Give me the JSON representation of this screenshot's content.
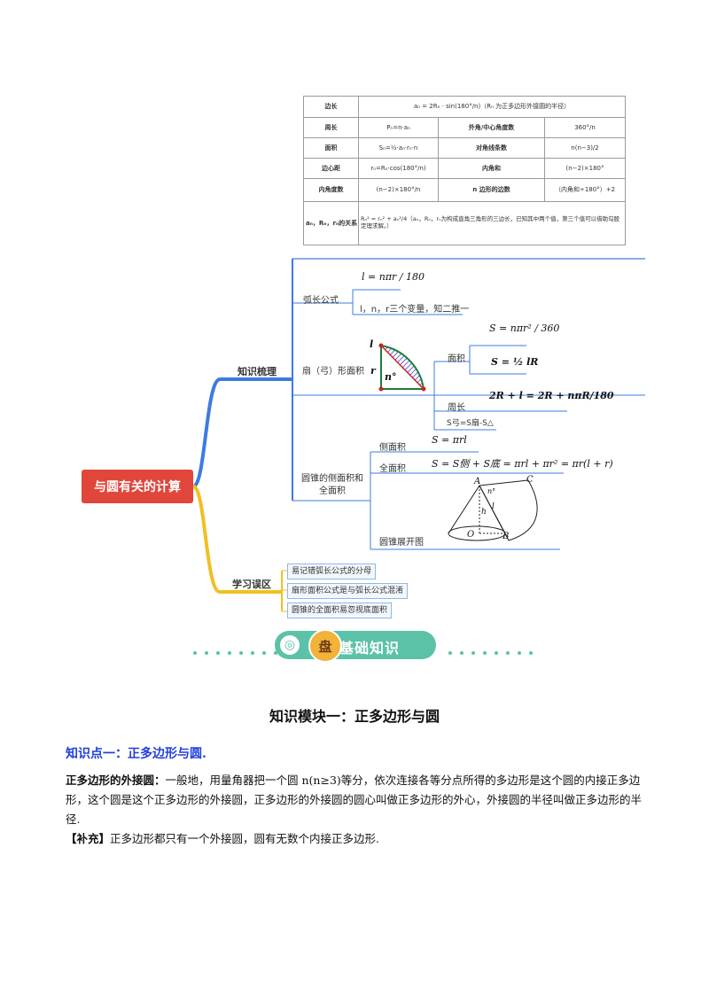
{
  "table": {
    "rows": [
      [
        "边长",
        "aₙ = 2Rₙ · sin(180°/n)（Rₙ 为正多边形外接圆的半径）"
      ],
      [
        "周长",
        "Pₙ=n·aₙ",
        "外角/中心角度数",
        "360°/n"
      ],
      [
        "面积",
        "Sₙ=½·aₙ·rₙ·n",
        "对角线条数",
        "n(n−3)/2"
      ],
      [
        "边心距",
        "rₙ=Rₙ·cos(180°/n)",
        "内角和",
        "(n−2)×180°"
      ],
      [
        "内角度数",
        "(n−2)×180°/n",
        "n 边形的边数",
        "（内角和÷180°）+2"
      ],
      [
        "aₙ，Rₙ，rₙ的关系",
        "Rₙ² = rₙ² + aₙ²/4（aₙ，Rₙ，rₙ为构成直角三角形的三边长，已知其中两个值，第三个值可以借助勾股定理求解。）"
      ]
    ]
  },
  "mindmap": {
    "root": "与圆有关的计算",
    "branch1": "知识梳理",
    "branch2": "学习误区",
    "arc_label": "弧长公式",
    "arc_formula": "l = nπr / 180",
    "arc_note": "l，n，r三个变量，知二推一",
    "sector_label": "扇（弓）形面积",
    "sector_area": "面积",
    "sector_area_f1": "S = nπr² / 360",
    "sector_area_f2": "S = ½ lR",
    "sector_perim": "周长",
    "sector_perim_f": "2R + l = 2R + nπR/180",
    "bow_area": "S弓=S扇-S△",
    "fig_l": "l",
    "fig_r": "r",
    "fig_n": "n°",
    "cone_label": "圆锥的侧面积和全面积",
    "cone_lateral": "侧面积",
    "cone_lateral_f": "S = πrl",
    "cone_total": "全面积",
    "cone_total_f": "S = S侧 + S底 = πrl + πr² = πr(l + r)",
    "cone_net": "圆锥展开图",
    "cone_A": "A",
    "cone_C": "C",
    "cone_O": "O",
    "cone_B": "B",
    "cone_h": "h",
    "cone_l": "l",
    "cone_n": "n°",
    "errors": [
      "易记错弧长公式的分母",
      "扇形面积公式是与弧长公式混淆",
      "圆锥的全面积易忽视底面积"
    ]
  },
  "banner": {
    "badge": "盘",
    "title": "基础知识"
  },
  "section": {
    "title": "知识模块一：正多边形与圆",
    "point": "知识点一：正多边形与圆.",
    "term": "正多边形的外接圆：",
    "body": "一般地，用量角器把一个圆 n(n≥3)等分，依次连接各等分点所得的多边形是这个圆的内接正多边形，这个圆是这个正多边形的外接圆，正多边形的外接圆的圆心叫做正多边形的外心，外接圆的半径叫做正多边形的半径.",
    "note_tag": "【补充】",
    "note": "正多边形都只有一个外接圆，圆有无数个内接正多边形."
  },
  "colors": {
    "root": "#e0463a",
    "branch_blue": "#3d7be0",
    "branch_yellow": "#f0c022",
    "banner": "#5bc2a7",
    "heading_blue": "#1f3fe0"
  }
}
